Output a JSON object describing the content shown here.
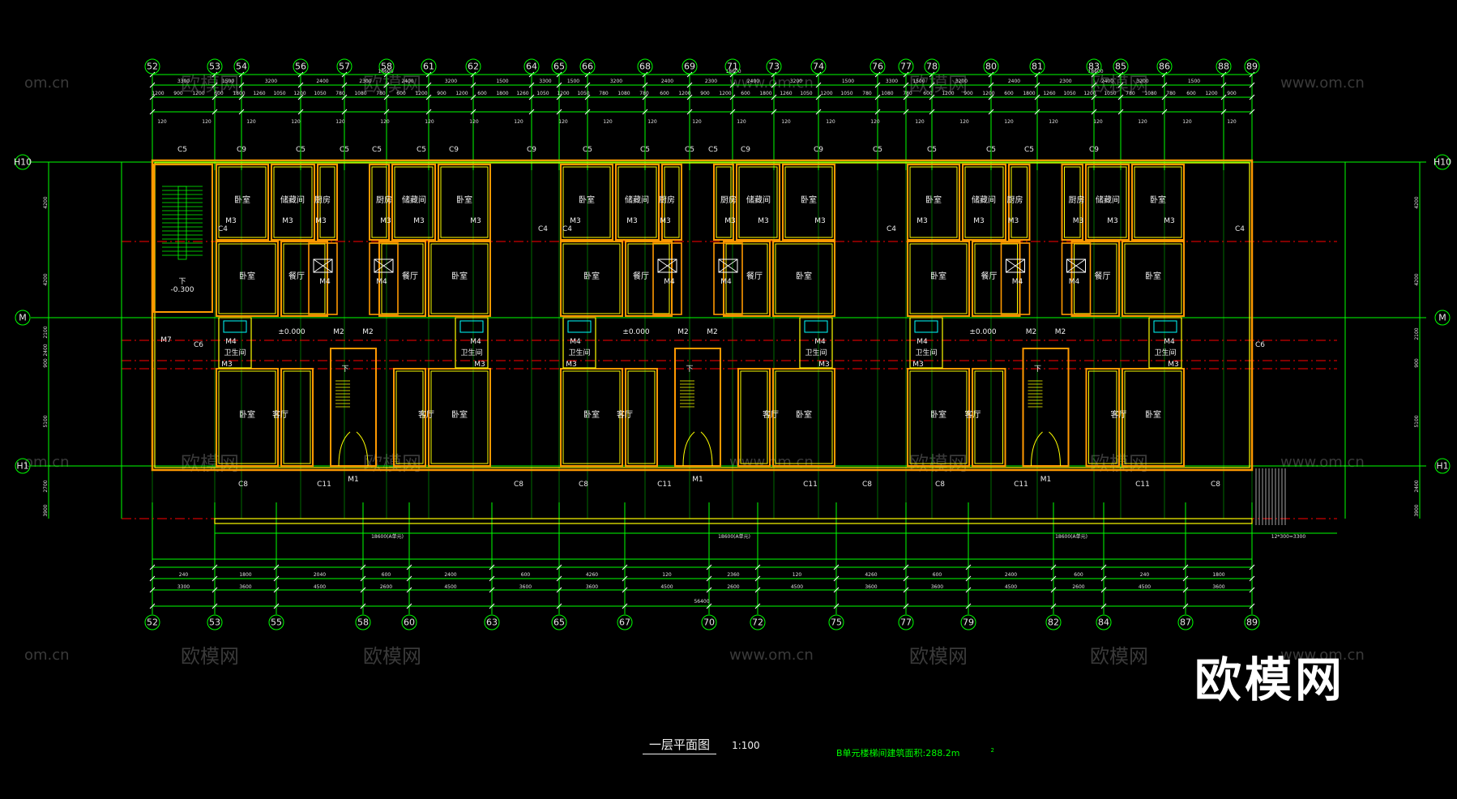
{
  "drawing": {
    "title": "一层平面图",
    "scale": "1:100",
    "note": "B单元楼梯间建筑面积:288.2m",
    "note_sup": "2"
  },
  "brand": {
    "logo_text": "欧模网",
    "watermark_cn": "欧模网",
    "watermark_url": "www.om.cn",
    "watermark_partial": "om.cn"
  },
  "colors": {
    "background": "#000000",
    "grid_green": "#00ff00",
    "wall_yellow": "#ffff00",
    "wall_outline": "#ff9900",
    "axis_red": "#ff0000",
    "fixture_cyan": "#00ffff",
    "text_white": "#ffffff"
  },
  "axes": {
    "top": [
      "52",
      "53",
      "54",
      "56",
      "57",
      "58",
      "61",
      "62",
      "64",
      "65",
      "66",
      "68",
      "69",
      "71",
      "73",
      "74",
      "76",
      "77",
      "78",
      "80",
      "81",
      "83",
      "85",
      "86",
      "88",
      "89"
    ],
    "bottom": [
      "52",
      "53",
      "55",
      "58",
      "60",
      "63",
      "65",
      "67",
      "70",
      "72",
      "75",
      "77",
      "79",
      "82",
      "84",
      "87",
      "89"
    ],
    "left": [
      "H10",
      "M",
      "H1"
    ],
    "right": [
      "H10",
      "M",
      "H1"
    ]
  },
  "dimensions": {
    "top_total": [
      "18600",
      "18600",
      "18600"
    ],
    "top_row1": [
      "3300",
      "1500",
      "3200",
      "2400",
      "2300",
      "2400",
      "3200",
      "1500",
      "3300",
      "1500",
      "3200",
      "2400",
      "2300",
      "2400",
      "3200",
      "1500",
      "3300",
      "1500",
      "3200",
      "2400",
      "2300",
      "2400",
      "3200",
      "1500"
    ],
    "bottom_total": "56400",
    "bottom_row1": [
      "3300",
      "3600",
      "4500",
      "2600",
      "4500",
      "3600",
      "3600",
      "4500",
      "2600",
      "4500",
      "3600",
      "3600",
      "4500",
      "2600",
      "4500",
      "3600"
    ],
    "bottom_row2": [
      "240",
      "1800",
      "2040",
      "600",
      "2400",
      "600",
      "4260",
      "120",
      "2360",
      "120",
      "4260",
      "600",
      "2400",
      "600"
    ],
    "left_dims": [
      "4200",
      "4200",
      "2100",
      "2400",
      "900",
      "5100",
      "2700",
      "3900"
    ],
    "right_dims": [
      "4200",
      "4200",
      "2100",
      "900",
      "5100",
      "2400",
      "3900"
    ],
    "bottom_segments": [
      "18600(A单元)",
      "18600(A单元)",
      "18600(A单元)",
      "12*300=3300"
    ]
  },
  "rooms": {
    "top_row": [
      "卧室",
      "储藏间",
      "厨房",
      "厨房",
      "储藏间",
      "卧室",
      "卧室",
      "储藏间",
      "厨房",
      "厨房",
      "储藏间",
      "卧室",
      "卧室",
      "储藏间",
      "厨房",
      "厨房",
      "储藏间",
      "卧室"
    ],
    "middle_row": [
      "卧室",
      "餐厅",
      "餐厅",
      "卧室",
      "卧室",
      "餐厅",
      "餐厅",
      "卧室",
      "卧室",
      "餐厅",
      "餐厅",
      "卧室"
    ],
    "bottom_row": [
      "卧室",
      "客厅",
      "客厅",
      "卧室",
      "卧室",
      "客厅",
      "客厅",
      "卧室",
      "卧室",
      "客厅",
      "客厅",
      "卧室"
    ],
    "bath": "卫生间",
    "stair_label": "下"
  },
  "windows": {
    "top": [
      "C5",
      "C9",
      "C5",
      "C5",
      "C5",
      "C5",
      "C9",
      "C9",
      "C5",
      "C5",
      "C5",
      "C5",
      "C9",
      "C9",
      "C5",
      "C5",
      "C5",
      "C5",
      "C9"
    ],
    "bottom": [
      "C8",
      "C11",
      "C8",
      "C8",
      "C11",
      "C11",
      "C8",
      "C8",
      "C11",
      "C11",
      "C8"
    ],
    "side": [
      "C4",
      "C4",
      "C4",
      "C4",
      "C4",
      "C6",
      "C6"
    ]
  },
  "doors": {
    "main": "M1",
    "unit": "M2",
    "room": "M3",
    "bath": "M4",
    "stair": "M7"
  },
  "levels": [
    "±0.000",
    "-0.300"
  ]
}
